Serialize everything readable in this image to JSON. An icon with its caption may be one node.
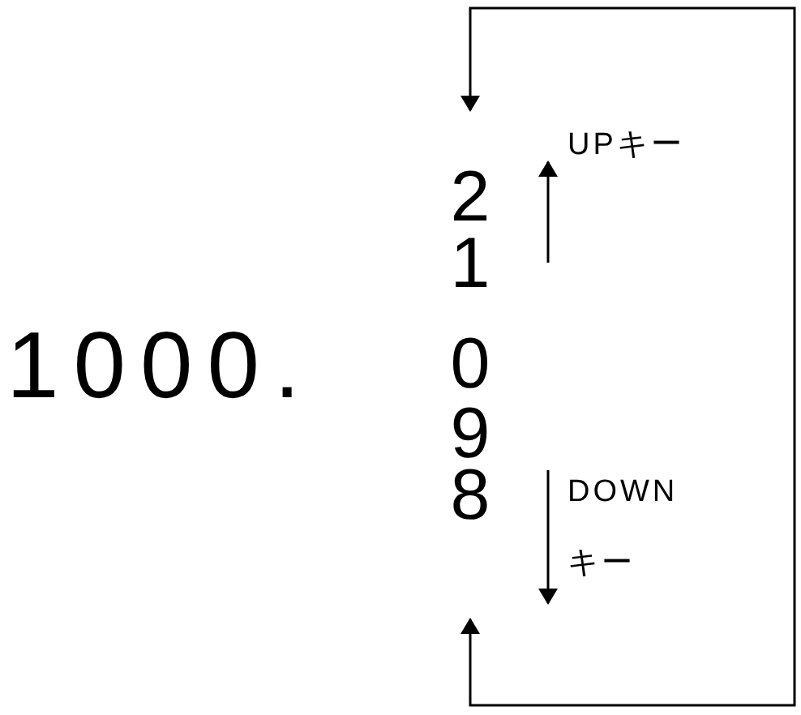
{
  "diagram": {
    "nodes": [
      {
        "text": [
          "2"
        ]
      },
      {
        "text": [
          "8"
        ]
      }
    ],
    "edges": [
      {
        "from": 1,
        "to": 0,
        "arrow": "both"
      }
    ],
    "labels": [
      "UPキー",
      "1",
      "1000.",
      "0",
      "9",
      "DOWN キー"
    ]
  }
}
